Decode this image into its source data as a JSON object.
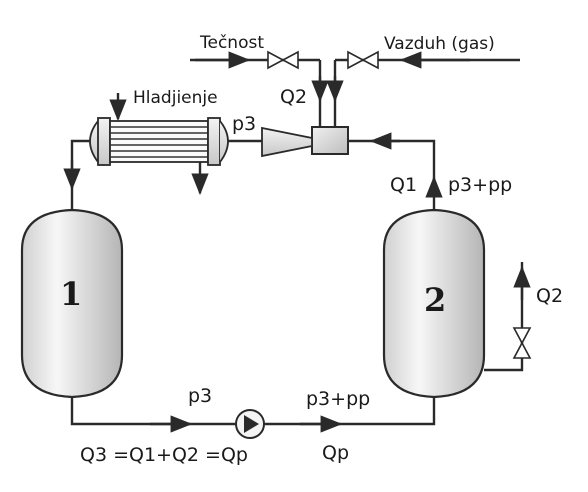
{
  "labels": {
    "liquid_inlet": "Tečnost",
    "air_inlet": "Vazduh (gas)",
    "cooling": "Hladjienje",
    "q2_top": "Q2",
    "p3_top": "p3",
    "q1": "Q1",
    "p3_pp_right": "p3+pp",
    "q2_right": "Q2",
    "vessel_1": "1",
    "vessel_2": "2",
    "p3_bottom": "p3",
    "p3_pp_bottom": "p3+pp",
    "q3_equation": "Q3 =Q1+Q2 =Qp",
    "qp": "Qp"
  },
  "colors": {
    "line": "#2a2a2a",
    "vessel_light": "#f4f4f4",
    "vessel_dark": "#b9b9b9"
  }
}
